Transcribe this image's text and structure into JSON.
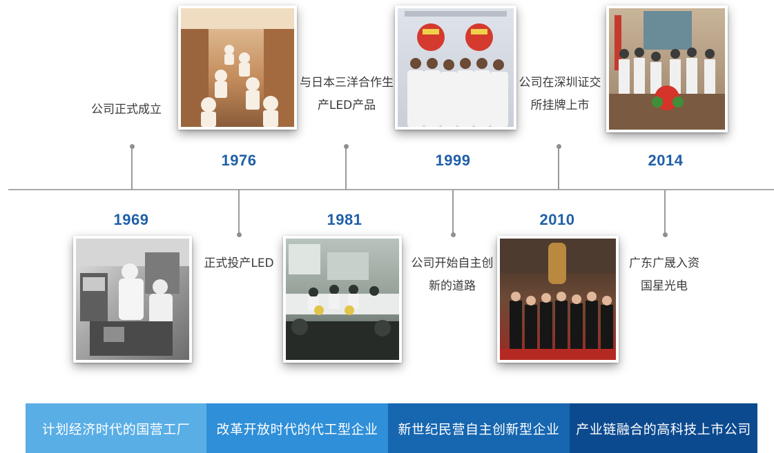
{
  "timeline": {
    "events": [
      {
        "year": "1969",
        "caption_lines": [
          "公司正式成立"
        ],
        "photo": "factory-lab-photo"
      },
      {
        "year": "1976",
        "caption_lines": [
          "正式投产LED"
        ],
        "photo": "assembly-line-photo"
      },
      {
        "year": "1981",
        "caption_lines": [
          "与日本三洋合作生",
          "产LED产品"
        ],
        "photo": "conference-meeting-photo"
      },
      {
        "year": "1999",
        "caption_lines": [
          "公司开始自主创",
          "新的道路"
        ],
        "photo": "group-with-lions-photo"
      },
      {
        "year": "2010",
        "caption_lines": [
          "公司在深圳证交",
          "所挂牌上市"
        ],
        "photo": "bell-ringing-ceremony-photo"
      },
      {
        "year": "2014",
        "caption_lines": [
          "广东广晟入资",
          "国星光电"
        ],
        "photo": "signing-ceremony-photo"
      }
    ]
  },
  "eras": [
    {
      "label": "计划经济时代的国营工厂",
      "color": "#5aaee6"
    },
    {
      "label": "改革开放时代的代工型企业",
      "color": "#2f8fd8"
    },
    {
      "label": "新世纪民营自主创新型企业",
      "color": "#1666b0"
    },
    {
      "label": "产业链融合的高科技上市公司",
      "color": "#0c4a8f"
    }
  ],
  "colors": {
    "year_text": "#1f5fa8",
    "axis": "#a9a9a9",
    "caption_text": "#3a3a3a"
  }
}
